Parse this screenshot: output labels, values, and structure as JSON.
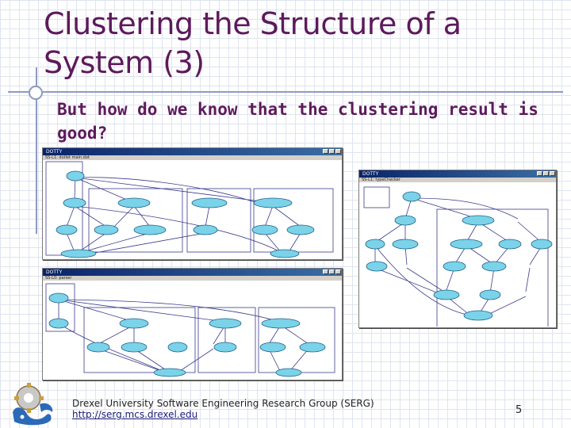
{
  "slide": {
    "title_line1": "Clustering the Structure of a",
    "title_line2": "System (3)",
    "subtitle_line1": "But how do we know that the clustering result is",
    "subtitle_line2": "good?",
    "footer_org": "Drexel University Software Engineering Research Group (SERG)",
    "footer_url": "http://serg.mcs.drexel.edu",
    "page_number": "5"
  },
  "windows": {
    "top_left": {
      "title": "DOTTY",
      "menu": "SS-L1: dotlet main.dot"
    },
    "bottom_left": {
      "title": "DOTTY",
      "menu": "SS-L0: parser"
    },
    "right": {
      "title": "DOTTY",
      "menu": "SS-L1: typeChecker"
    }
  },
  "colors": {
    "title": "#5d1a5b",
    "rule": "#8e9ac2",
    "node_fill": "#7ad3e8",
    "node_stroke": "#1f5e8a",
    "edge": "#3b3b8c"
  }
}
